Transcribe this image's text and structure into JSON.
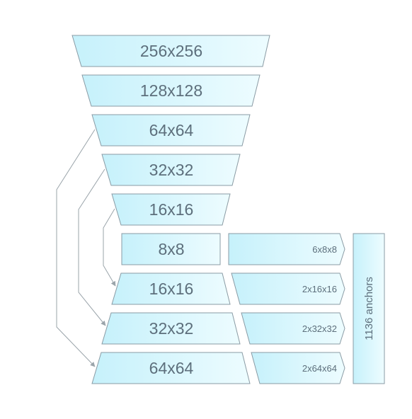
{
  "pyramid": {
    "encoder": [
      "256x256",
      "128x128",
      "64x64",
      "32x32",
      "16x16"
    ],
    "bottleneck": "8x8",
    "decoder": [
      "16x16",
      "32x32",
      "64x64"
    ]
  },
  "heads": [
    "6x8x8",
    "2x16x16",
    "2x32x32",
    "2x64x64"
  ],
  "total_label": "1136 anchors",
  "colors": {
    "block_left": "#c6f1fb",
    "block_right": "#edfcff",
    "border": "#8a9ba4",
    "text": "#5d6f7c",
    "connector": "#9aa4aa"
  }
}
